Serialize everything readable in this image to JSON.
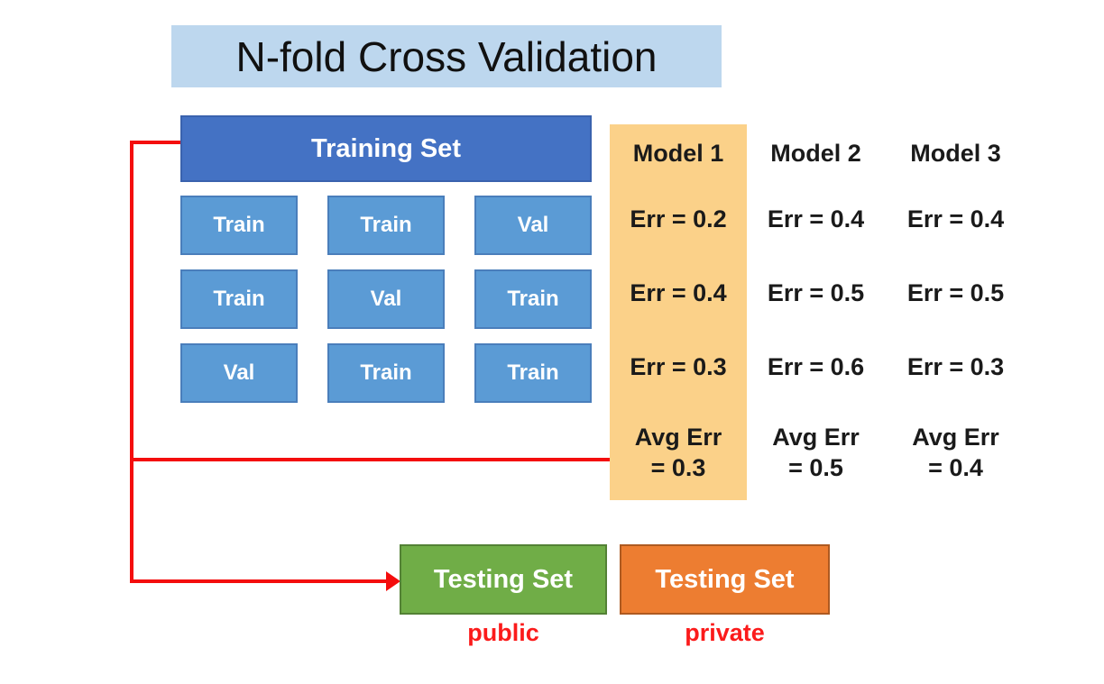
{
  "title": {
    "text": "N-fold Cross Validation",
    "highlight_color": "#BDD7EE"
  },
  "training": {
    "header_label": "Training Set",
    "header_color": "#4472C4",
    "cell_color": "#5B9BD5",
    "grid": {
      "rows": [
        [
          "Train",
          "Train",
          "Val"
        ],
        [
          "Train",
          "Val",
          "Train"
        ],
        [
          "Val",
          "Train",
          "Train"
        ]
      ]
    }
  },
  "models": {
    "highlight_color": "#FBD189",
    "columns": [
      {
        "name": "Model 1",
        "highlighted": true,
        "errors": [
          "Err = 0.2",
          "Err = 0.4",
          "Err = 0.3"
        ],
        "avg_line1": "Avg Err",
        "avg_line2": "= 0.3"
      },
      {
        "name": "Model 2",
        "highlighted": false,
        "errors": [
          "Err = 0.4",
          "Err = 0.5",
          "Err = 0.6"
        ],
        "avg_line1": "Avg Err",
        "avg_line2": "= 0.5"
      },
      {
        "name": "Model 3",
        "highlighted": false,
        "errors": [
          "Err = 0.4",
          "Err = 0.5",
          "Err = 0.3"
        ],
        "avg_line1": "Avg Err",
        "avg_line2": "= 0.4"
      }
    ]
  },
  "testing": {
    "public_box": {
      "label": "Testing Set",
      "caption": "public",
      "color": "#70AD47",
      "border_color": "#538135"
    },
    "private_box": {
      "label": "Testing Set",
      "caption": "private",
      "color": "#ED7D31",
      "border_color": "#AE5A21"
    }
  },
  "connector": {
    "color": "#F40D0D",
    "caption_color": "#FB1B1B"
  }
}
